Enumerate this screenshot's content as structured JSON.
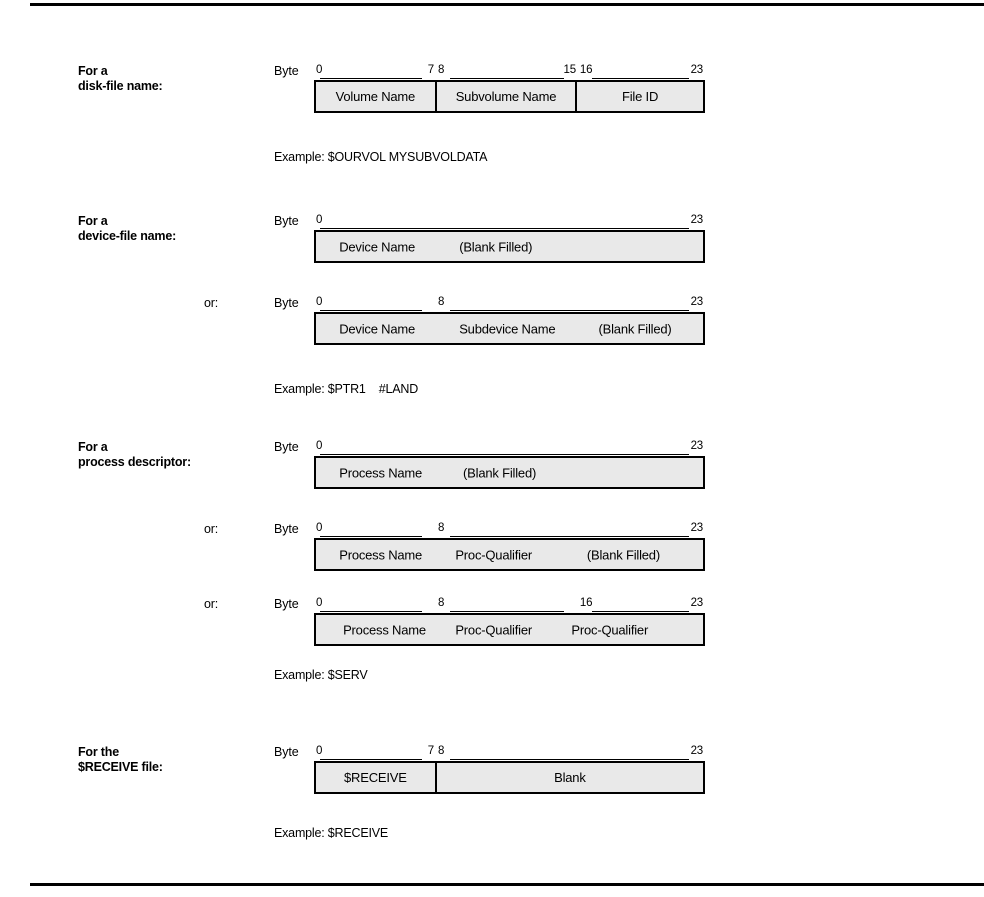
{
  "page": {
    "top_rule": true,
    "bottom_rule": true,
    "box_fill": "#e9e9e9",
    "box_border": "#000000"
  },
  "sections": [
    {
      "name": "disk-file-name",
      "label": "For a\ndisk-file name:",
      "label_style": "bold",
      "byte_word": "Byte",
      "ticks": [
        {
          "value": "0",
          "align": "left"
        },
        {
          "value": "7",
          "align": "right"
        },
        {
          "value": "8",
          "align": "left"
        },
        {
          "value": "15",
          "align": "right"
        },
        {
          "value": "16",
          "align": "left"
        },
        {
          "value": "23",
          "align": "right"
        }
      ],
      "cells": [
        {
          "text": "Volume Name",
          "divider": true
        },
        {
          "text": "Subvolume Name",
          "divider": true
        },
        {
          "text": "File ID",
          "divider": false
        }
      ],
      "example": "Example: $OURVOL MYSUBVOLDATA"
    },
    {
      "name": "device-file-name",
      "label": "For a\ndevice-file name:",
      "label_style": "bold",
      "byte_word": "Byte",
      "ticks": [
        {
          "value": "0",
          "align": "left"
        },
        {
          "value": "23",
          "align": "right"
        }
      ],
      "free_labels": [
        {
          "text": "Device Name",
          "left_pct": 6
        },
        {
          "text": "(Blank Filled)",
          "left_pct": 37
        }
      ],
      "example": null
    },
    {
      "name": "device-file-name-subdevice",
      "label": "or:",
      "label_style": "plain",
      "byte_word": "Byte",
      "ticks": [
        {
          "value": "0",
          "align": "left"
        },
        {
          "value": "8",
          "align": "left"
        },
        {
          "value": "23",
          "align": "right"
        }
      ],
      "free_labels": [
        {
          "text": "Device Name",
          "left_pct": 6
        },
        {
          "text": "Subdevice Name",
          "left_pct": 37
        },
        {
          "text": "(Blank Filled)",
          "left_pct": 73
        }
      ],
      "example": "Example: $PTR1    #LAND"
    },
    {
      "name": "process-descriptor",
      "label": "For a\nprocess descriptor:",
      "label_style": "bold",
      "byte_word": "Byte",
      "ticks": [
        {
          "value": "0",
          "align": "left"
        },
        {
          "value": "23",
          "align": "right"
        }
      ],
      "free_labels": [
        {
          "text": "Process Name",
          "left_pct": 6
        },
        {
          "text": "(Blank Filled)",
          "left_pct": 38
        }
      ],
      "example": null
    },
    {
      "name": "process-descriptor-qualifier",
      "label": "or:",
      "label_style": "plain",
      "byte_word": "Byte",
      "ticks": [
        {
          "value": "0",
          "align": "left"
        },
        {
          "value": "8",
          "align": "left"
        },
        {
          "value": "23",
          "align": "right"
        }
      ],
      "free_labels": [
        {
          "text": "Process Name",
          "left_pct": 6
        },
        {
          "text": "Proc-Qualifier",
          "left_pct": 36
        },
        {
          "text": "(Blank Filled)",
          "left_pct": 70
        }
      ],
      "example": null
    },
    {
      "name": "process-descriptor-two-qualifiers",
      "label": "or:",
      "label_style": "plain",
      "byte_word": "Byte",
      "ticks": [
        {
          "value": "0",
          "align": "left"
        },
        {
          "value": "8",
          "align": "left"
        },
        {
          "value": "16",
          "align": "left"
        },
        {
          "value": "23",
          "align": "right"
        }
      ],
      "free_labels": [
        {
          "text": "Process Name",
          "left_pct": 7
        },
        {
          "text": "Proc-Qualifier",
          "left_pct": 36
        },
        {
          "text": "Proc-Qualifier",
          "left_pct": 66
        }
      ],
      "example": "Example: $SERV"
    },
    {
      "name": "receive-file",
      "label": "For the\n$RECEIVE file:",
      "label_style": "bold",
      "byte_word": "Byte",
      "ticks": [
        {
          "value": "0",
          "align": "left"
        },
        {
          "value": "7",
          "align": "right"
        },
        {
          "value": "8",
          "align": "left"
        },
        {
          "value": "23",
          "align": "right"
        }
      ],
      "cells": [
        {
          "text": "$RECEIVE",
          "divider": true
        },
        {
          "text": "Blank",
          "divider": false
        }
      ],
      "example": "Example: $RECEIVE"
    }
  ]
}
